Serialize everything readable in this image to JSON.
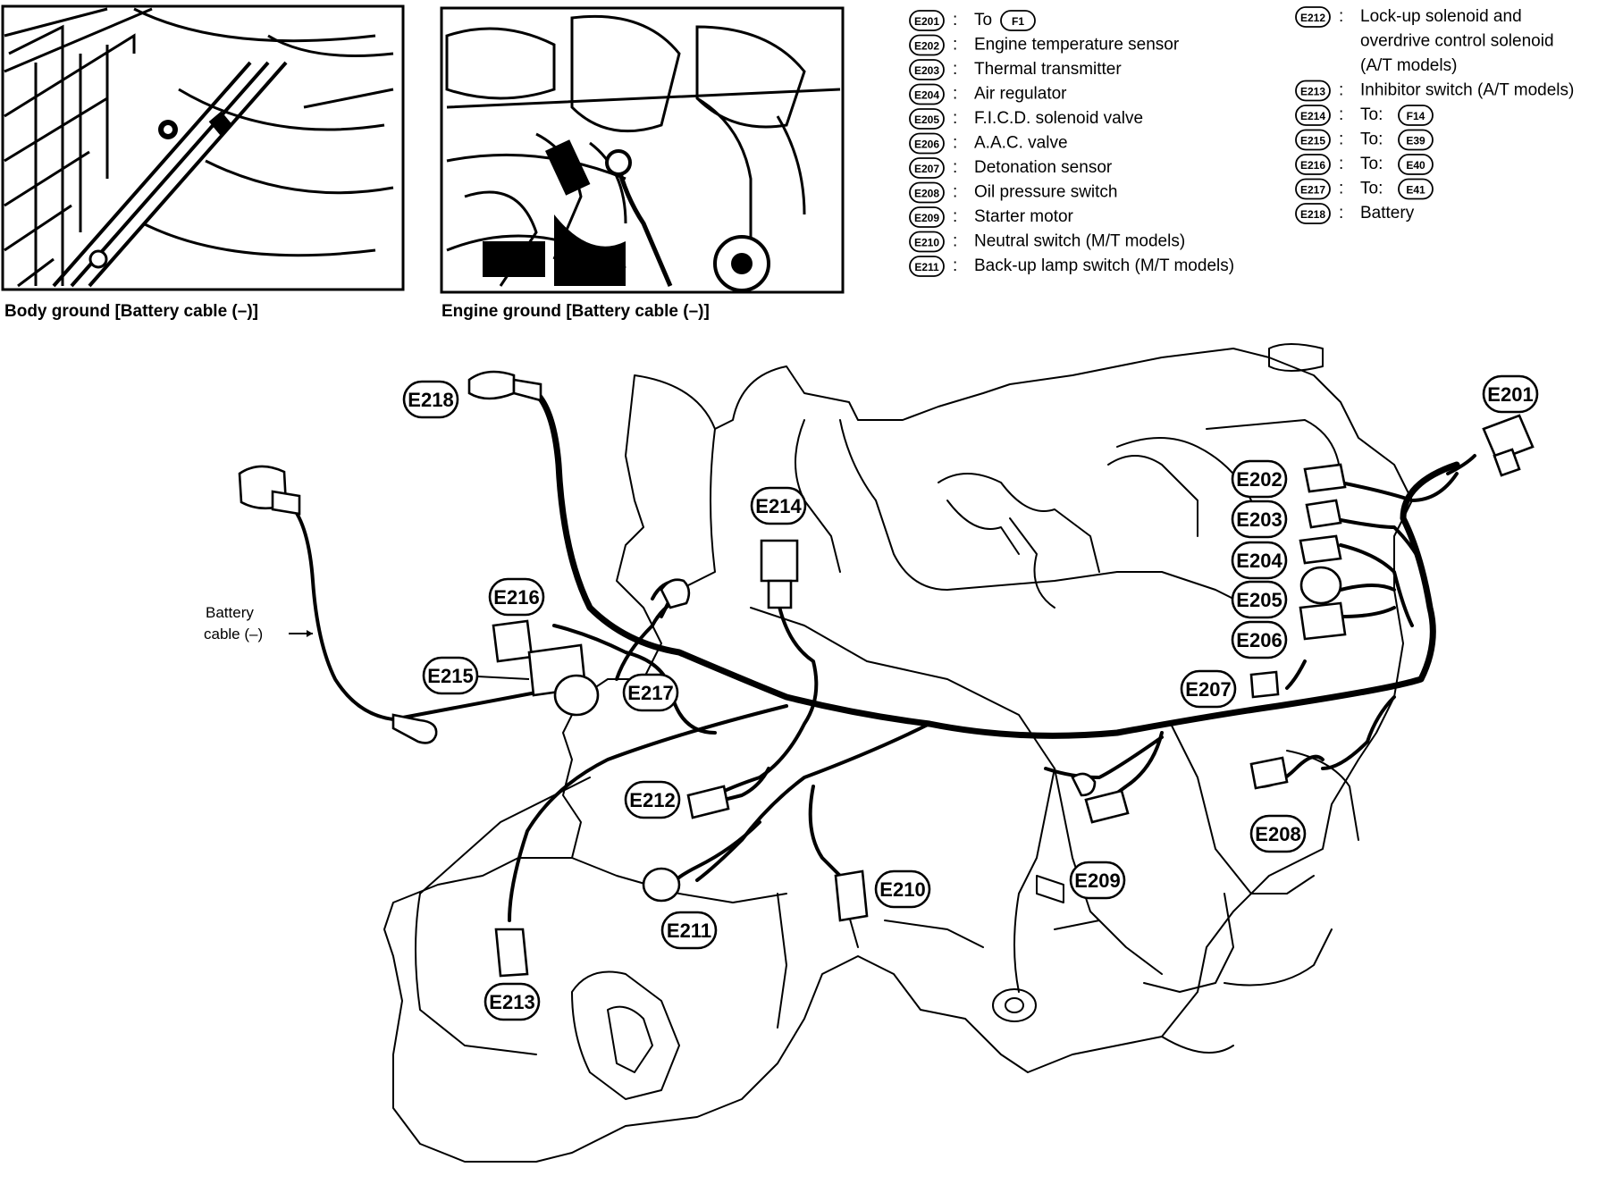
{
  "photos": [
    {
      "caption": "Body ground [Battery cable (–)]"
    },
    {
      "caption": "Engine ground [Battery cable (–)]"
    }
  ],
  "legend_left": [
    {
      "code": "E201",
      "text": "To",
      "ref": "F1"
    },
    {
      "code": "E202",
      "text": "Engine temperature sensor"
    },
    {
      "code": "E203",
      "text": "Thermal transmitter"
    },
    {
      "code": "E204",
      "text": "Air regulator"
    },
    {
      "code": "E205",
      "text": "F.I.C.D. solenoid valve"
    },
    {
      "code": "E206",
      "text": "A.A.C. valve"
    },
    {
      "code": "E207",
      "text": "Detonation sensor"
    },
    {
      "code": "E208",
      "text": "Oil pressure switch"
    },
    {
      "code": "E209",
      "text": "Starter motor"
    },
    {
      "code": "E210",
      "text": "Neutral switch (M/T models)"
    },
    {
      "code": "E211",
      "text": "Back-up lamp switch (M/T models)"
    }
  ],
  "legend_right": [
    {
      "code": "E212",
      "lines": [
        "Lock-up solenoid and",
        "overdrive control solenoid",
        "(A/T models)"
      ]
    },
    {
      "code": "E213",
      "lines": [
        "Inhibitor switch (A/T models)"
      ]
    },
    {
      "code": "E214",
      "lines": [
        "To:"
      ],
      "ref": "F14"
    },
    {
      "code": "E215",
      "lines": [
        "To:"
      ],
      "ref": "E39"
    },
    {
      "code": "E216",
      "lines": [
        "To:"
      ],
      "ref": "E40"
    },
    {
      "code": "E217",
      "lines": [
        "To:"
      ],
      "ref": "E41"
    },
    {
      "code": "E218",
      "lines": [
        "Battery"
      ]
    }
  ],
  "battery_cable_label": [
    "Battery",
    "cable (–)"
  ],
  "tags": [
    "E218",
    "E201",
    "E214",
    "E202",
    "E203",
    "E204",
    "E205",
    "E206",
    "E216",
    "E215",
    "E217",
    "E207",
    "E212",
    "E208",
    "E209",
    "E210",
    "E211",
    "E213"
  ]
}
